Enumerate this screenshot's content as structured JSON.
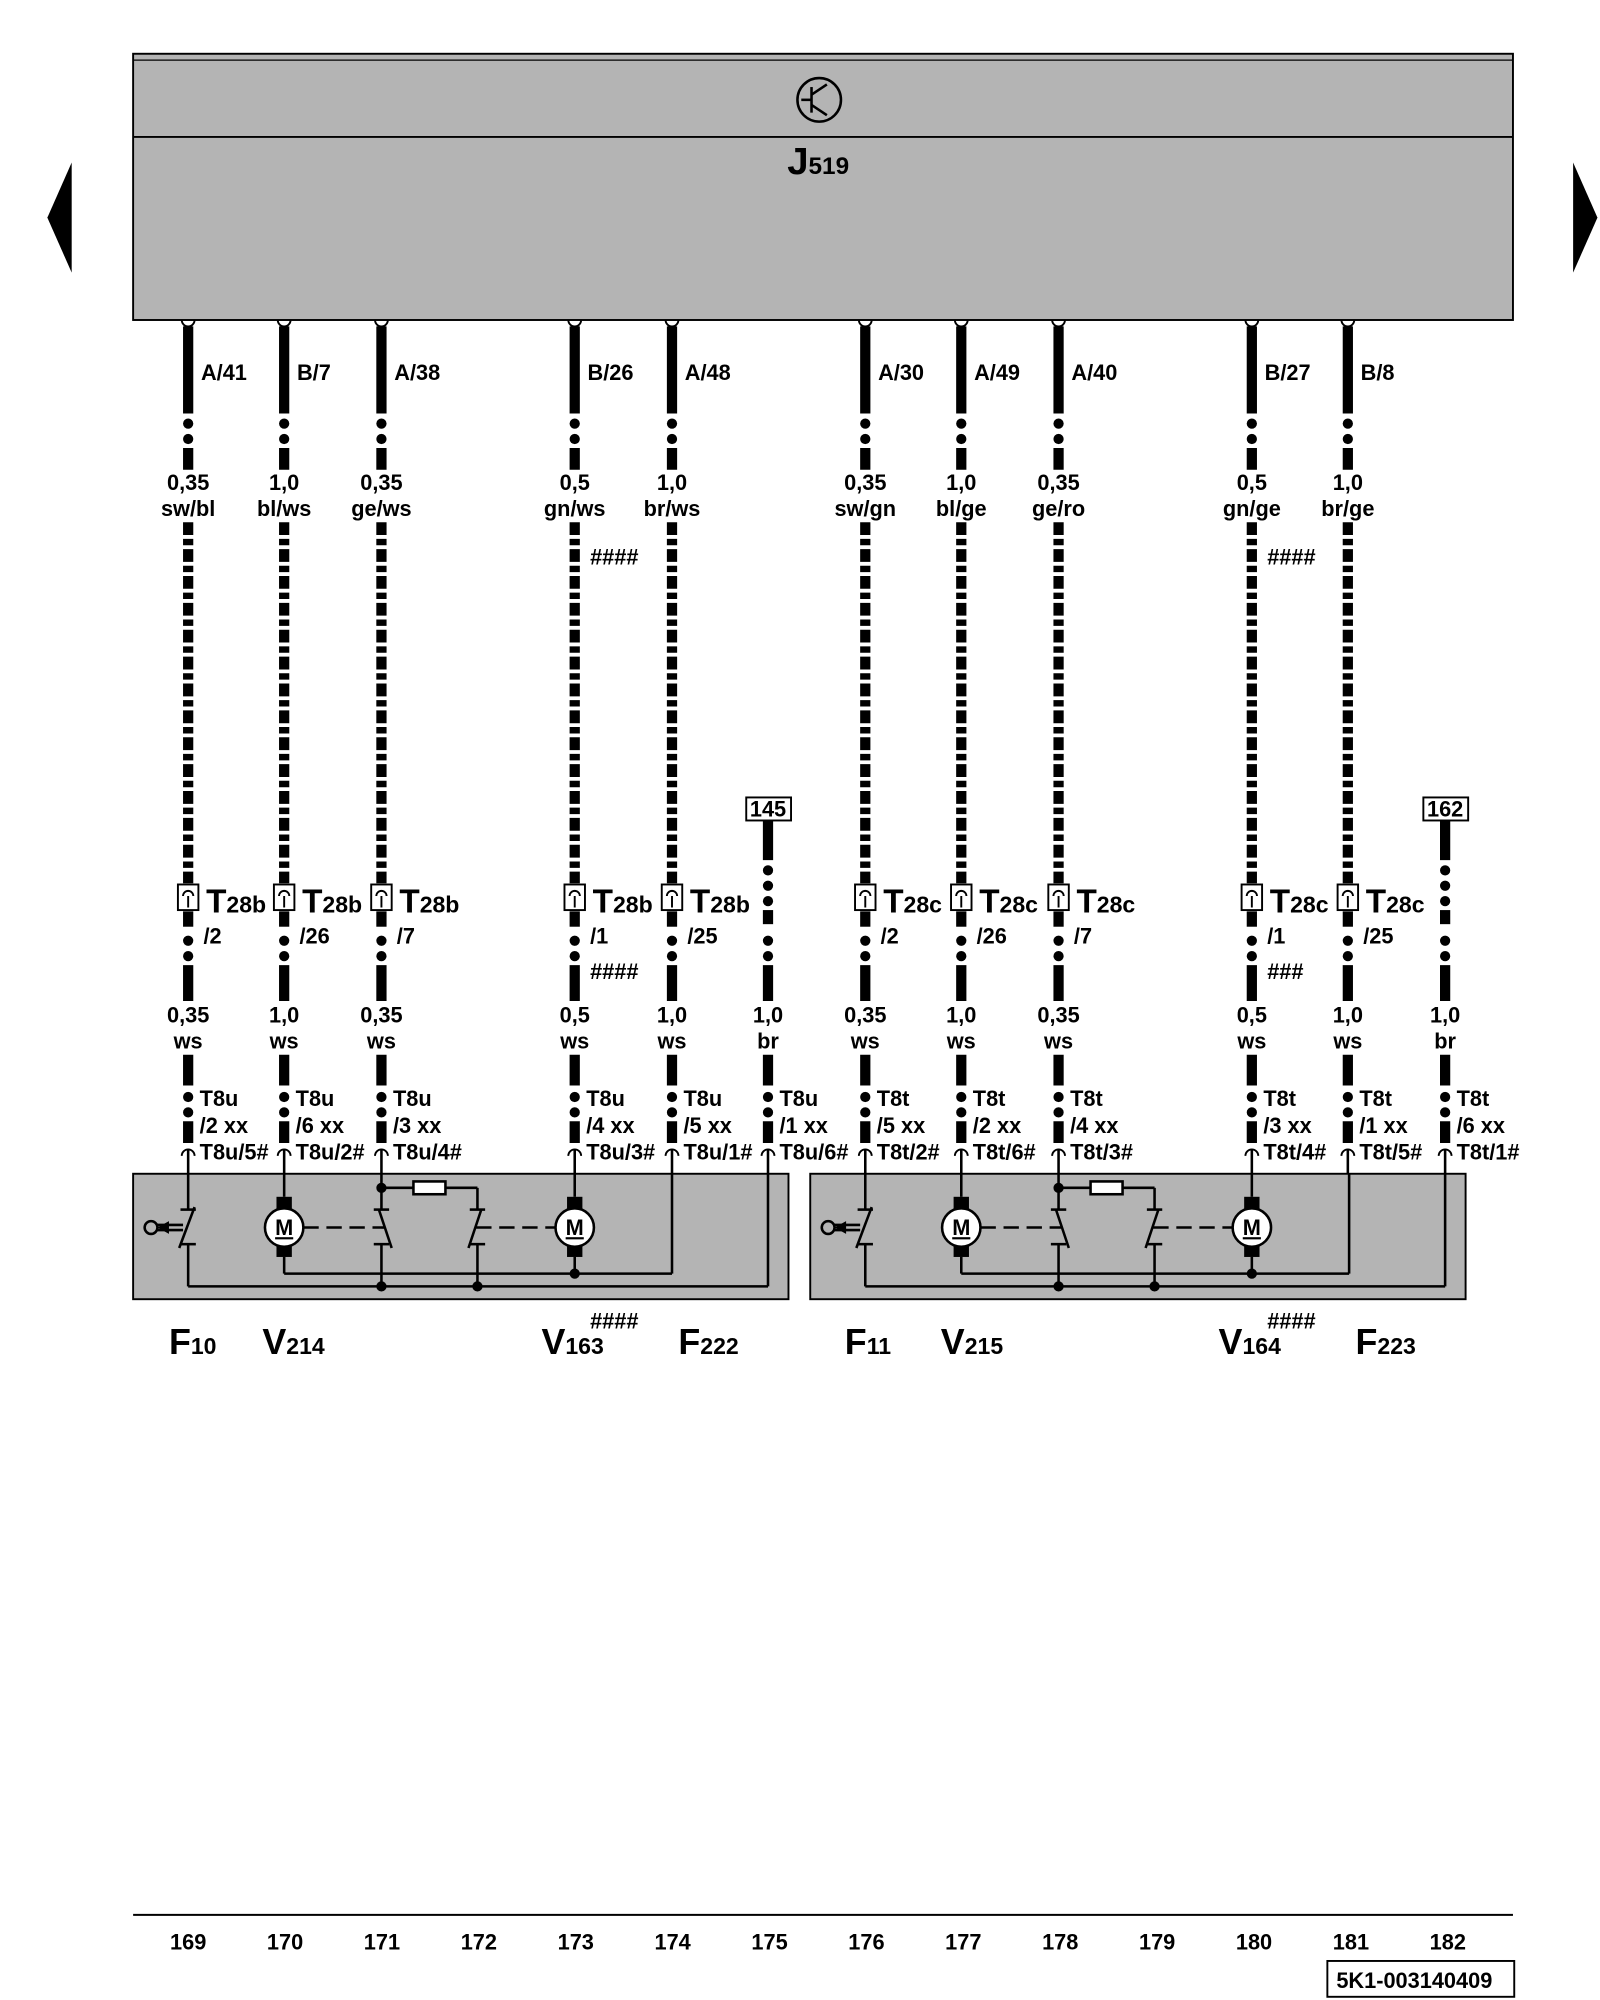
{
  "control_unit": {
    "name": "J",
    "sub": "519",
    "symbol": "transistor-symbol"
  },
  "nav": {
    "prev": "previous-page",
    "next": "next-page"
  },
  "upper_wires": [
    {
      "pin": "A/41",
      "size": "0,35",
      "color": "sw/bl",
      "conn": "T",
      "conn_sub": "28b",
      "conn_pin": "/2",
      "low_size": "0,35",
      "low_color": "ws",
      "t8": "T8u",
      "t8_pin": "/2 xx",
      "t8_alt": "T8u/5#"
    },
    {
      "pin": "B/7",
      "size": "1,0",
      "color": "bl/ws",
      "conn": "T",
      "conn_sub": "28b",
      "conn_pin": "/26",
      "low_size": "1,0",
      "low_color": "ws",
      "t8": "T8u",
      "t8_pin": "/6 xx",
      "t8_alt": "T8u/2#"
    },
    {
      "pin": "A/38",
      "size": "0,35",
      "color": "ge/ws",
      "conn": "T",
      "conn_sub": "28b",
      "conn_pin": "/7",
      "low_size": "0,35",
      "low_color": "ws",
      "t8": "T8u",
      "t8_pin": "/3 xx",
      "t8_alt": "T8u/4#"
    },
    {
      "pin": "B/26",
      "size": "0,5",
      "color": "gn/ws",
      "conn": "T",
      "conn_sub": "28b",
      "conn_pin": "/1",
      "low_size": "0,5",
      "low_color": "ws",
      "t8": "T8u",
      "t8_pin": "/4 xx",
      "t8_alt": "T8u/3#",
      "hash_top": "####",
      "hash_mid": "####"
    },
    {
      "pin": "A/48",
      "size": "1,0",
      "color": "br/ws",
      "conn": "T",
      "conn_sub": "28b",
      "conn_pin": "/25",
      "low_size": "1,0",
      "low_color": "ws",
      "t8": "T8u",
      "t8_pin": "/5 xx",
      "t8_alt": "T8u/1#"
    },
    {
      "ref": "145",
      "low_size": "1,0",
      "low_color": "br",
      "t8": "T8u",
      "t8_pin": "/1 xx",
      "t8_alt": "T8u/6#"
    },
    {
      "pin": "A/30",
      "size": "0,35",
      "color": "sw/gn",
      "conn": "T",
      "conn_sub": "28c",
      "conn_pin": "/2",
      "low_size": "0,35",
      "low_color": "ws",
      "t8": "T8t",
      "t8_pin": "/5 xx",
      "t8_alt": "T8t/2#"
    },
    {
      "pin": "A/49",
      "size": "1,0",
      "color": "bl/ge",
      "conn": "T",
      "conn_sub": "28c",
      "conn_pin": "/26",
      "low_size": "1,0",
      "low_color": "ws",
      "t8": "T8t",
      "t8_pin": "/2 xx",
      "t8_alt": "T8t/6#"
    },
    {
      "pin": "A/40",
      "size": "0,35",
      "color": "ge/ro",
      "conn": "T",
      "conn_sub": "28c",
      "conn_pin": "/7",
      "low_size": "0,35",
      "low_color": "ws",
      "t8": "T8t",
      "t8_pin": "/4 xx",
      "t8_alt": "T8t/3#"
    },
    {
      "pin": "B/27",
      "size": "0,5",
      "color": "gn/ge",
      "conn": "T",
      "conn_sub": "28c",
      "conn_pin": "/1",
      "low_size": "0,5",
      "low_color": "ws",
      "t8": "T8t",
      "t8_pin": "/3 xx",
      "t8_alt": "T8t/4#",
      "hash_top": "####",
      "hash_mid": "###"
    },
    {
      "pin": "B/8",
      "size": "1,0",
      "color": "br/ge",
      "conn": "T",
      "conn_sub": "28c",
      "conn_pin": "/25",
      "low_size": "1,0",
      "low_color": "ws",
      "t8": "T8t",
      "t8_pin": "/1 xx",
      "t8_alt": "T8t/5#"
    },
    {
      "ref": "162",
      "low_size": "1,0",
      "low_color": "br",
      "t8": "T8t",
      "t8_pin": "/6 xx",
      "t8_alt": "T8t/1#"
    }
  ],
  "components": [
    {
      "letter": "F",
      "sub": "10"
    },
    {
      "letter": "V",
      "sub": "214"
    },
    {
      "letter": "V",
      "sub": "163",
      "hash": "####"
    },
    {
      "letter": "F",
      "sub": "222"
    },
    {
      "letter": "F",
      "sub": "11"
    },
    {
      "letter": "V",
      "sub": "215"
    },
    {
      "letter": "V",
      "sub": "164",
      "hash": "####"
    },
    {
      "letter": "F",
      "sub": "223"
    }
  ],
  "motor_label": "M",
  "footer": {
    "tracks": [
      "169",
      "170",
      "171",
      "172",
      "173",
      "174",
      "175",
      "176",
      "177",
      "178",
      "179",
      "180",
      "181",
      "182"
    ],
    "ref": "5K1-003140409"
  },
  "colors": {
    "box_fill": "#b4b4b4",
    "line": "#000000"
  }
}
